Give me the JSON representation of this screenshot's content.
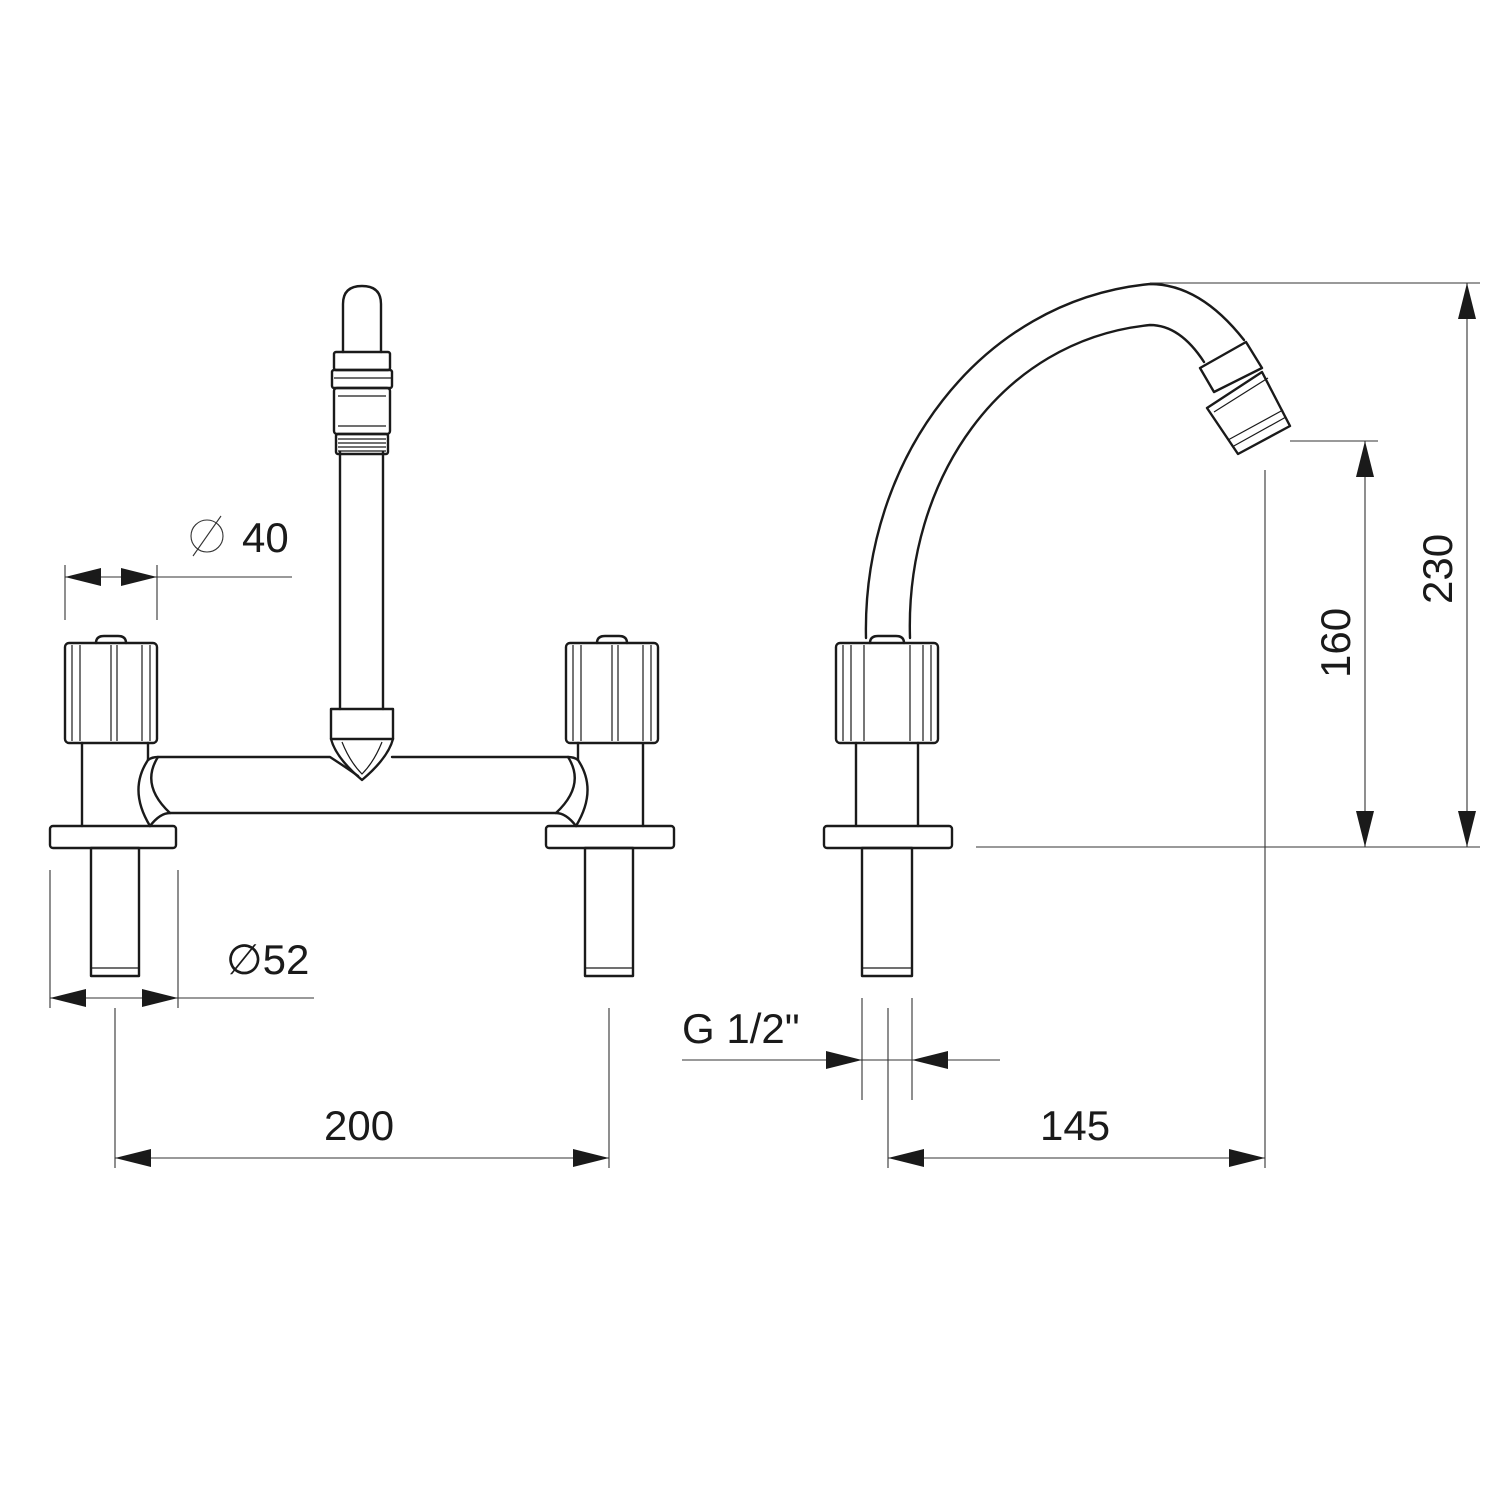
{
  "drawing": {
    "dimensions": {
      "knob_diameter": "40",
      "flange_diameter": "∅52",
      "thread_size": "G 1/2\"",
      "center_distance": "200",
      "spout_reach": "145",
      "spout_outlet_height": "160",
      "overall_height": "230"
    },
    "colors": {
      "line": "#1a1a1a",
      "background": "#ffffff"
    }
  }
}
